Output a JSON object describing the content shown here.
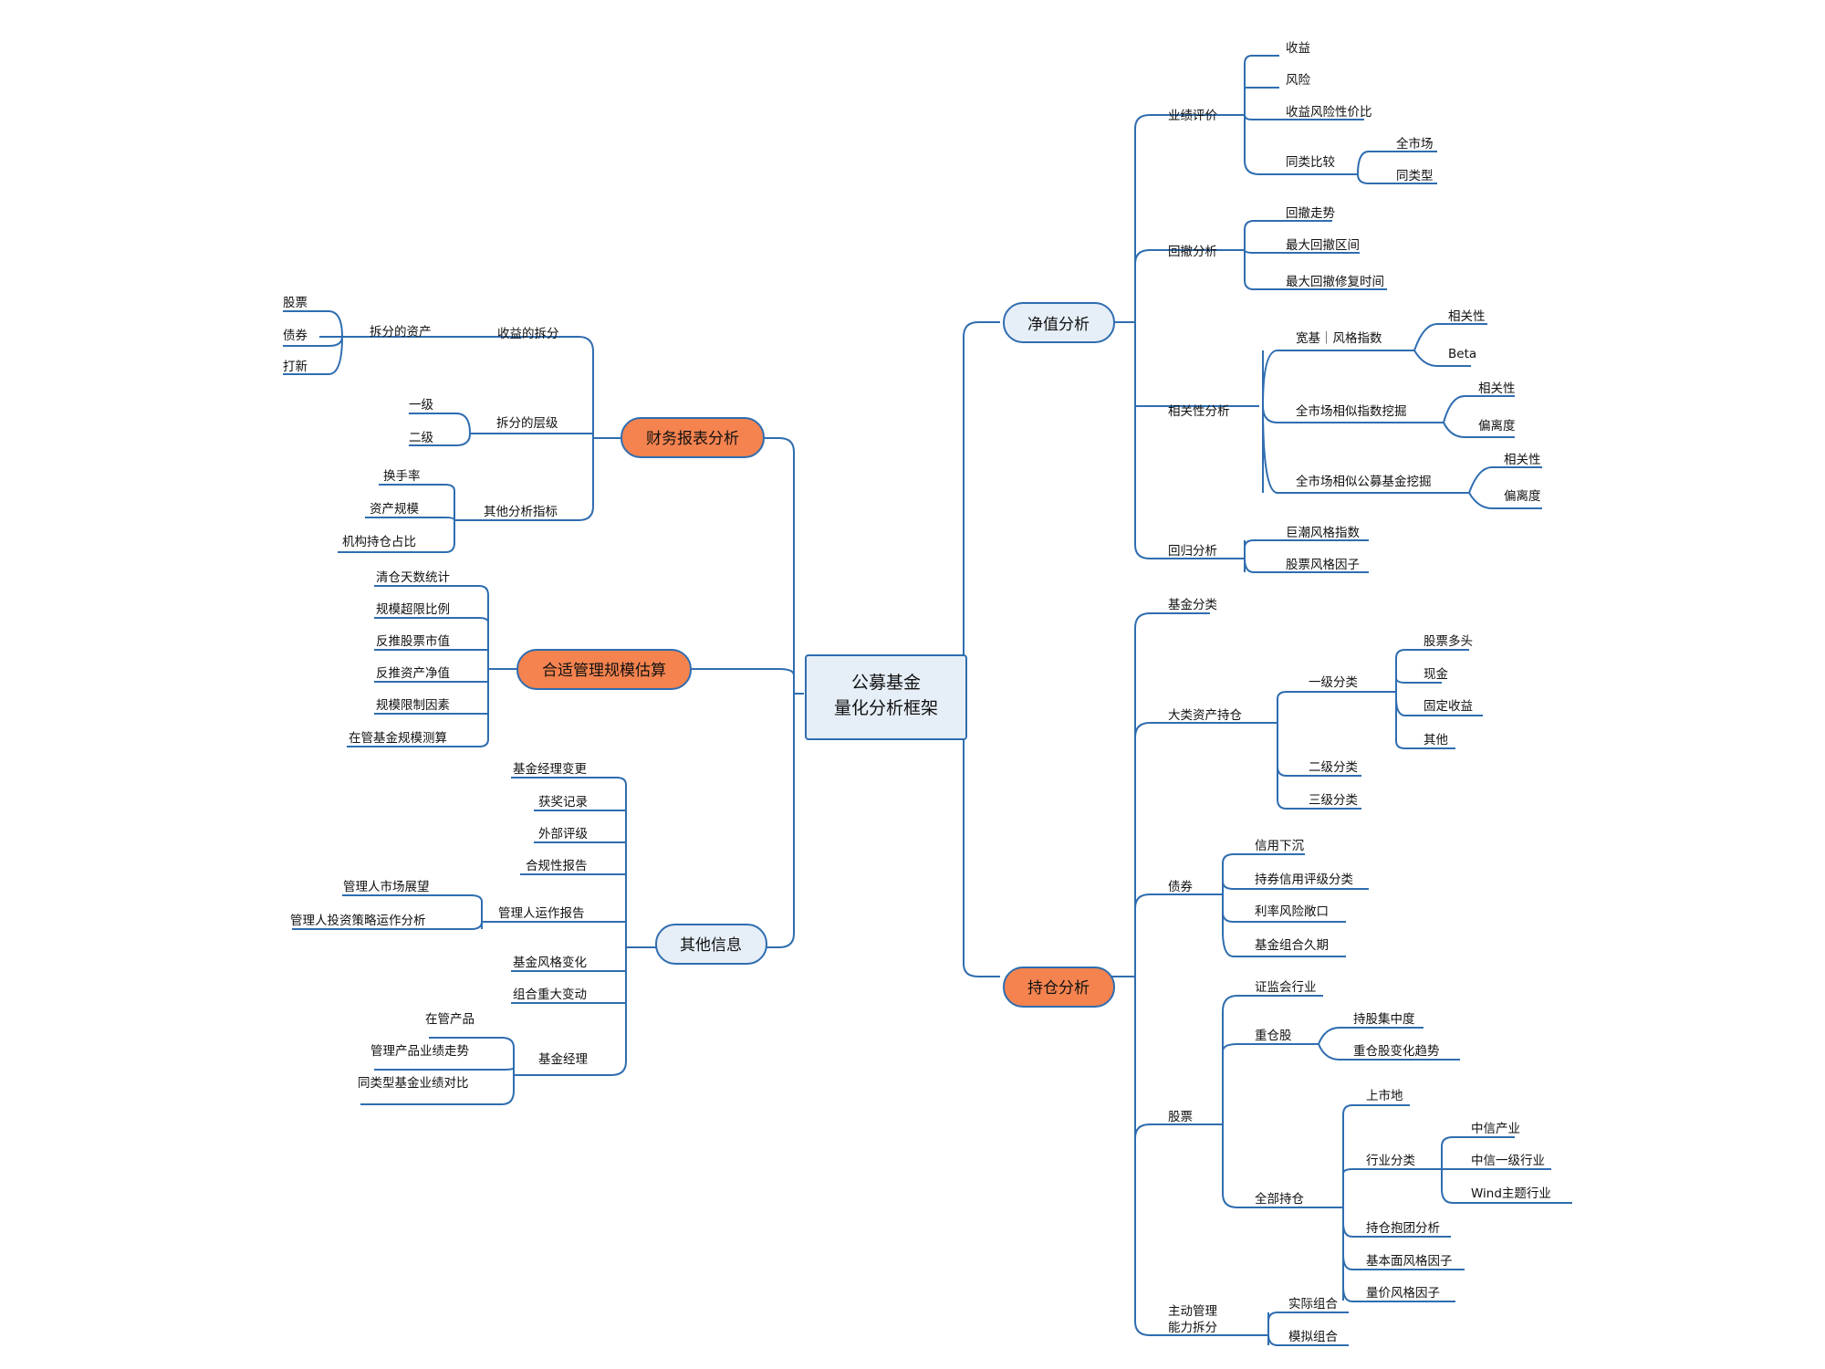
{
  "colors": {
    "line": "#2f6db0",
    "accent": "#f4834f",
    "light": "#e6eef7"
  },
  "center": {
    "line1": "公募基金",
    "line2": "量化分析框架"
  },
  "main": {
    "jingzhi": "净值分析",
    "chicang": "持仓分析",
    "caiwu": "财务报表分析",
    "guimo": "合适管理规模估算",
    "qita": "其他信息"
  },
  "jingzhi": {
    "yeji": "业绩评价",
    "shouyi": "收益",
    "fengxian": "风险",
    "xingjiabi": "收益风险性价比",
    "tonglei": "同类比较",
    "quanshichang": "全市场",
    "tongleixing": "同类型",
    "huiche": "回撤分析",
    "huichezoushi": "回撤走势",
    "zuida": "最大回撤区间",
    "xiufu": "最大回撤修复时间",
    "xiangguan": "相关性分析",
    "kuanji": "宽基｜风格指数",
    "xg1": "相关性",
    "beta": "Beta",
    "quansc_zhishu": "全市场相似指数挖掘",
    "xg2": "相关性",
    "pld1": "偏离度",
    "quansc_jijin": "全市场相似公募基金挖掘",
    "xg3": "相关性",
    "pld2": "偏离度",
    "huigui": "回归分析",
    "juchao": "巨潮风格指数",
    "gupiaofengge": "股票风格因子"
  },
  "chicang": {
    "jijinfenlei": "基金分类",
    "dalei": "大类资产持仓",
    "yiji": "一级分类",
    "gupiaoduotou": "股票多头",
    "xianjin": "现金",
    "gudingshouyi": "固定收益",
    "qita": "其他",
    "erji": "二级分类",
    "sanji": "三级分类",
    "zhaiquan": "债券",
    "xinyong": "信用下沉",
    "chiquan": "持券信用评级分类",
    "lilv": "利率风险敞口",
    "jiuqi": "基金组合久期",
    "gupiao": "股票",
    "zhengjianhui": "证监会行业",
    "zhongcang": "重仓股",
    "jizhong": "持股集中度",
    "bianhua": "重仓股变化趋势",
    "quanbu": "全部持仓",
    "shangshi": "上市地",
    "hangye": "行业分类",
    "zhongxin": "中信产业",
    "zhongxinyiji": "中信一级行业",
    "wind": "Wind主题行业",
    "baotuan": "持仓抱团分析",
    "jibenmian": "基本面风格因子",
    "liangjia": "量价风格因子",
    "zhudong1": "主动管理",
    "zhudong2": "能力拆分",
    "shiji": "实际组合",
    "moni": "模拟组合"
  },
  "caiwu": {
    "shouyichaifen": "收益的拆分",
    "chaifenzichan": "拆分的资产",
    "gupiao": "股票",
    "zhaiquan": "债券",
    "daxin": "打新",
    "cengji": "拆分的层级",
    "yiji": "一级",
    "erji": "二级",
    "qitazhibiao": "其他分析指标",
    "huanshou": "换手率",
    "zichanguimo": "资产规模",
    "jigou": "机构持仓占比"
  },
  "guimo": {
    "qingcang": "清仓天数统计",
    "chaoxian": "规模超限比例",
    "gupiaoshizhi": "反推股票市值",
    "zichanjingzhi": "反推资产净值",
    "xianzhi": "规模限制因素",
    "cesuan": "在管基金规模测算"
  },
  "qita": {
    "biangeng": "基金经理变更",
    "huojiang": "获奖记录",
    "waibu": "外部评级",
    "hegui": "合规性报告",
    "yunzuo": "管理人运作报告",
    "zhanwang": "管理人市场展望",
    "celue": "管理人投资策略运作分析",
    "fengge": "基金风格变化",
    "biandong": "组合重大变动",
    "jingli": "基金经理",
    "zaiguan": "在管产品",
    "yejizoushi": "管理产品业绩走势",
    "duibi": "同类型基金业绩对比"
  }
}
